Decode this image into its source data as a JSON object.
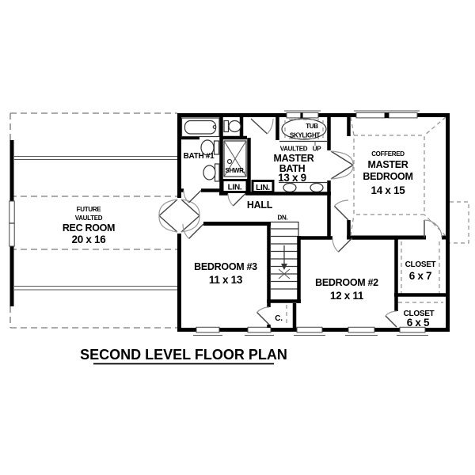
{
  "title": "SECOND LEVEL FLOOR PLAN",
  "rooms": {
    "rec_room": {
      "line1": "FUTURE",
      "line2": "VAULTED",
      "line3": "REC ROOM",
      "size": "20 x 16"
    },
    "bath1": {
      "name": "BATH #1"
    },
    "shower": {
      "name": "SHWR."
    },
    "linen1": {
      "name": "LIN."
    },
    "linen2": {
      "name": "LIN."
    },
    "master_bath": {
      "tub": "TUB",
      "skylight": "SKYLIGHT",
      "vaulted": "VAULTED",
      "up": "UP",
      "name1": "MASTER",
      "name2": "BATH",
      "size": "13 x 9"
    },
    "master_bedroom": {
      "line1": "COFFERED",
      "line2": "MASTER",
      "line3": "BEDROOM",
      "size": "14 x 15"
    },
    "hall": {
      "name": "HALL",
      "stairs_dir": "DN."
    },
    "bedroom3": {
      "name": "BEDROOM #3",
      "size": "11 x 13"
    },
    "bedroom2": {
      "name": "BEDROOM #2",
      "size": "12 x 11"
    },
    "closet_c": {
      "name": "C."
    },
    "closet_6x7": {
      "name": "CLOSET",
      "size": "6 x 7"
    },
    "closet_6x5": {
      "name": "CLOSET",
      "size": "6 x 5"
    }
  },
  "colors": {
    "walls": "#000000",
    "dashed_lines": "#8f8f8f",
    "background": "#ffffff"
  }
}
